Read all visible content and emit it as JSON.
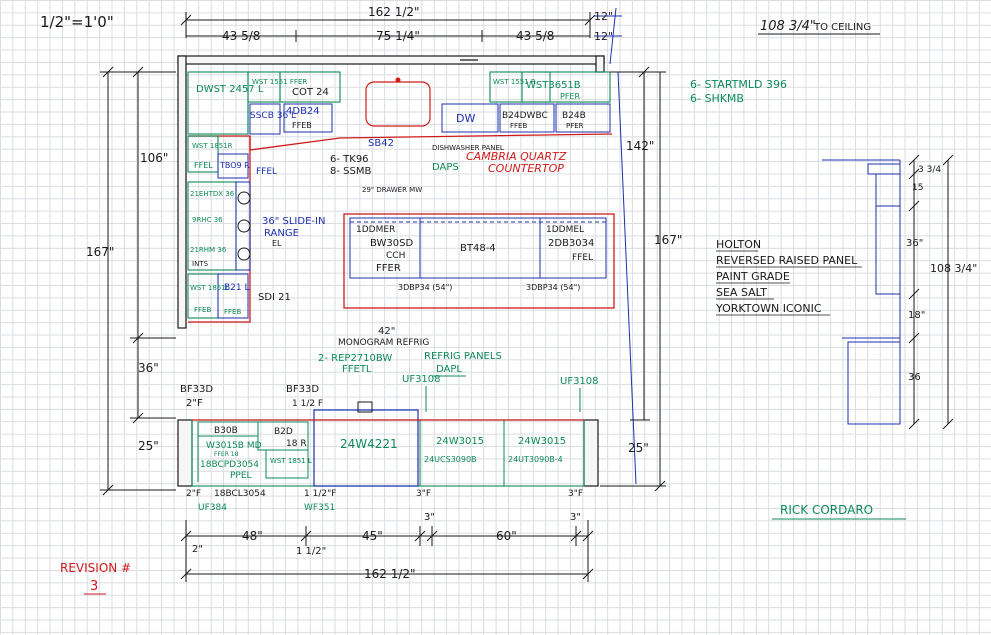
{
  "colors": {
    "ink": "#1a1a1a",
    "cabinet": "#0d8a57",
    "blue_ink": "#1c2fb0",
    "red_ink": "#d11a1a"
  },
  "header": {
    "scale": "1/2\"=1'0\"",
    "ceiling_height": "108 3/4\"",
    "ceiling_label": "TO CEILING",
    "notes_green": [
      "6- STARTMLD 396",
      "6- SHKMB"
    ]
  },
  "top_dims": {
    "overall": "162 1/2\"",
    "left_run": "43 5/8",
    "center_run": "75 1/4\"",
    "right_run": "43 5/8",
    "fillers": [
      "12\"",
      "12\""
    ]
  },
  "wall_dims": {
    "left_upper": "106\"",
    "left_total": "167\"",
    "left_mid": "36\"",
    "left_lower": "25\"",
    "right_upper": "142\"",
    "right_total": "167\"",
    "right_lower": "25\""
  },
  "labels": {
    "dwst": "DWST 2457 L",
    "wst_tl": "WST 1551 FFER",
    "cot": "COT 24",
    "sscb": "SSCB 36 L",
    "db24": "4DB24",
    "ffeb_1": "FFEB",
    "dw": "DW",
    "wst_tr": "WST 1551 R",
    "wst3651b": "WST3651B",
    "pfer_1": "PFER",
    "b24dwbc": "B24DWBC",
    "b24b": "B24B",
    "ffeb_2": "FFEB",
    "pfer_2": "PFER",
    "sb42": "SB42",
    "dishwasher_panel": "DISHWASHER PANEL",
    "daps": "DAPS",
    "cambria": "CAMBRIA QUARTZ",
    "countertop": "COUNTERTOP",
    "wst1851r": "WST 1851R",
    "ffel_1": "FFEL",
    "tbo9": "TBO9 R",
    "ffel_2": "FFEL",
    "tk96": "6- TK96",
    "ssmb": "8- SSMB",
    "drawer_mw": "29\" DRAWER MW",
    "slide_in": "36\" SLIDE-IN",
    "range": "RANGE",
    "el": "EL",
    "lbl_21ehtdx": "21EHTDX 36",
    "lbl_9rhc": "9RHC 36",
    "lbl_21rhm": "21RHM 36",
    "lbl_ints": "INTS",
    "wst1851l": "WST 1851L",
    "ffeb_3": "FFEB",
    "b21l": "B21 L",
    "ffeb_4": "FFEB",
    "sdi21": "SDI 21",
    "island_1ddmer": "1DDMER",
    "island_bw30sd": "BW30SD",
    "island_cch": "CCH",
    "island_ffer": "FFER",
    "island_bt48": "BT48-4",
    "island_1ddmel": "1DDMEL",
    "island_2db3034": "2DB3034",
    "island_ffel": "FFEL",
    "island_3dbp34_l": "3DBP34 (54\")",
    "island_3dbp34_r": "3DBP34 (54\")",
    "fridge_42": "42\"",
    "fridge_monogram": "MONOGRAM REFRIG",
    "rep27": "2- REP2710BW",
    "ffetl": "FFETL",
    "refrig_panels": "REFRIG PANELS",
    "dapl": "DAPL",
    "bf33d_l": "BF33D",
    "bf33d_r": "BF33D",
    "two_f": "2\"F",
    "one_half_f": "1 1/2 F",
    "uf3108_l": "UF3108",
    "uf3108_r": "UF3108",
    "b30b": "B30B",
    "b2d": "B2D",
    "w3015b": "W3015B MD",
    "ffer_sm": "FFER 18",
    "bcpd": "18BCPD3054",
    "ppel": "PPEL",
    "eighteen_br": "18 R",
    "wst1851l_b": "WST 1851 L",
    "w4221": "24W4221",
    "w3015_1": "24W3015",
    "ccs3090": "24UCS3090B",
    "w3015_2": "24W3015",
    "ut3090": "24UT3090B-4",
    "bot_2f": "2\"F",
    "bot_bcl": "18BCL3054",
    "bot_15f": "1 1/2\"F",
    "bot_3f_1": "3\"F",
    "bot_3f_2": "3\"F",
    "uf384": "UF384",
    "wf351": "WF351"
  },
  "bottom_dims": {
    "two_in": "2\"",
    "forty_eight": "48\"",
    "one_half": "1 1/2\"",
    "forty_five": "45\"",
    "three_1": "3\"",
    "sixty": "60\"",
    "three_2": "3\"",
    "overall": "162 1/2\""
  },
  "spec": {
    "lines": [
      "HOLTON",
      "REVERSED RAISED PANEL",
      "PAINT GRADE",
      "SEA SALT",
      "YORKTOWN ICONIC"
    ]
  },
  "elevation": {
    "dims": [
      "3 3/4",
      "15",
      "36\"",
      "18\"",
      "36",
      "108 3/4\""
    ]
  },
  "footer": {
    "designer": "RICK CORDARO",
    "revision_label": "REVISION #",
    "revision_number": "3"
  }
}
